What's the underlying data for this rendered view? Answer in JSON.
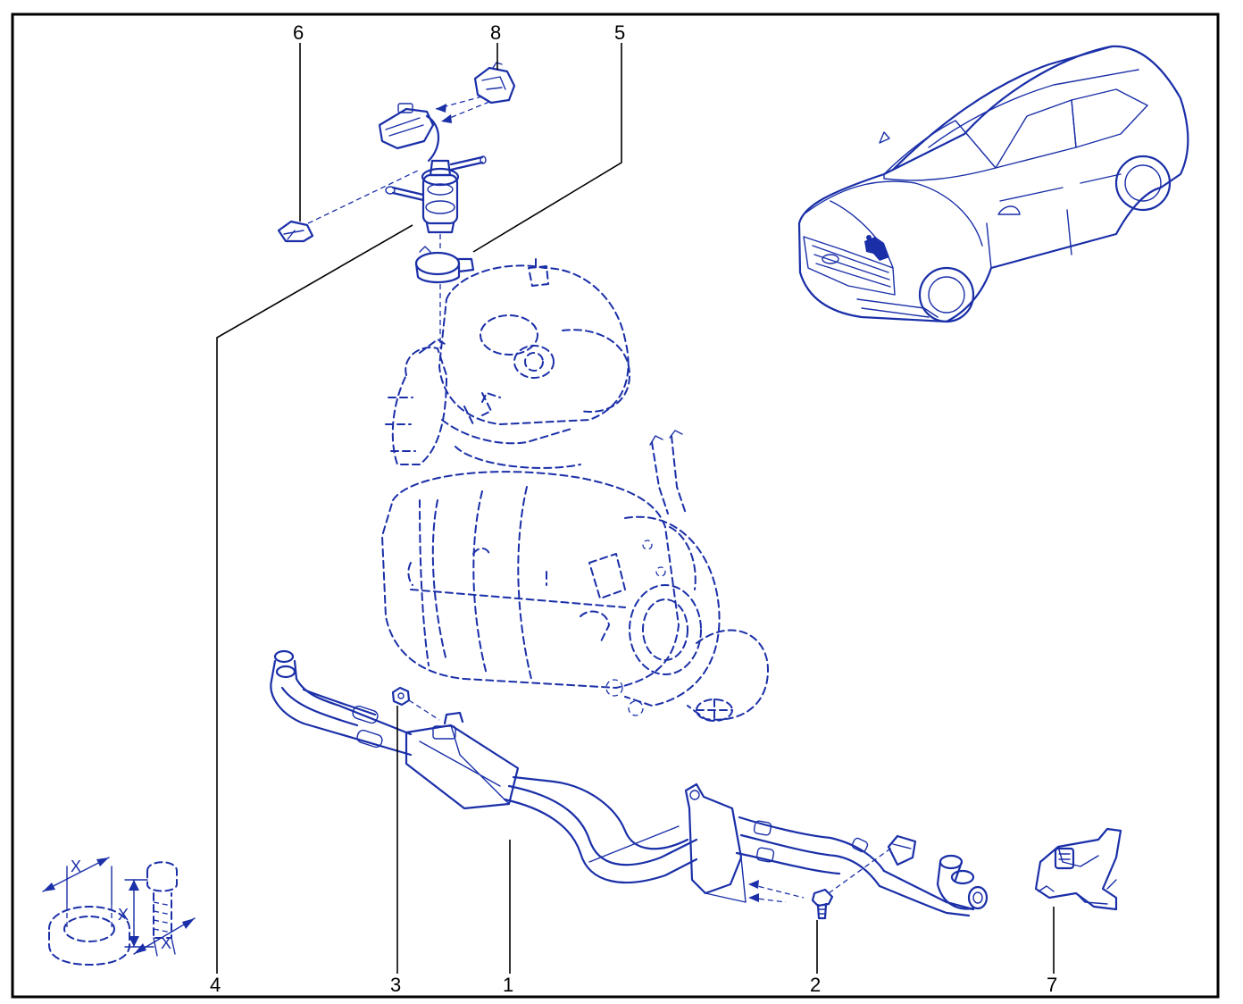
{
  "colors": {
    "ink": "#1a2fa8",
    "frame": "#000000",
    "background": "#ffffff"
  },
  "callouts": {
    "c1": "1",
    "c2": "2",
    "c3": "3",
    "c4": "4",
    "c5": "5",
    "c6": "6",
    "c7": "7",
    "c8": "8"
  },
  "torque_inset": {
    "nut_dimension": "X",
    "bolt_length_dimension": "X",
    "bolt_angle_dimension": "X"
  }
}
